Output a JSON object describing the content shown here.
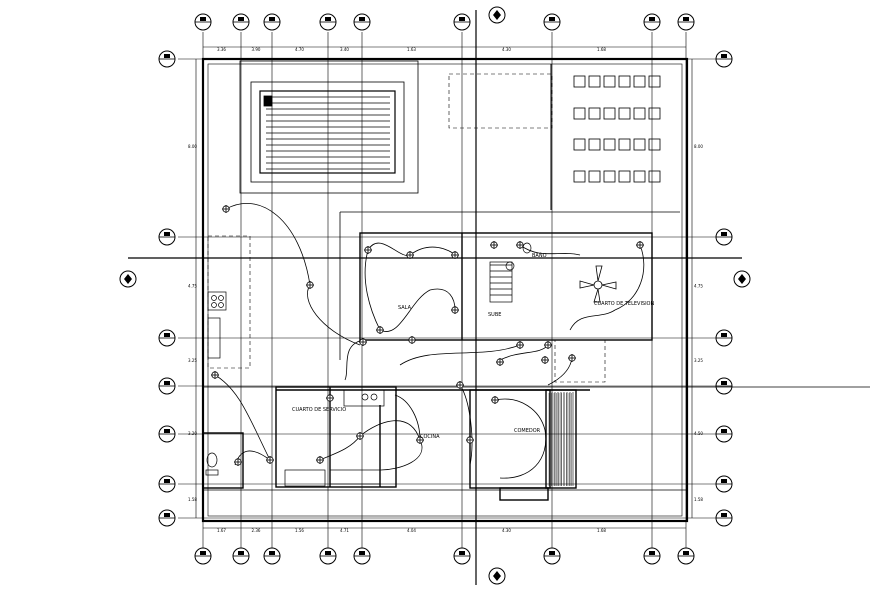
{
  "drawing": {
    "rooms": {
      "sala": "SALA",
      "cuarto_servicio": "CUARTO DE SERVICIO",
      "comedor": "COMEDOR",
      "cocina": "COCINA",
      "cuarto_television": "CUARTO DE TELEVISION",
      "sube": "SUBE",
      "bano": "BAÑO"
    },
    "top_dimensions": [
      "3.36",
      "3.90",
      "4.70",
      "3.40",
      "1.63",
      "4.30",
      "1.68"
    ],
    "bottom_dimensions": [
      "1.67",
      "2.36",
      "1.56",
      "4.71",
      "4.04",
      "4.30",
      "1.68"
    ],
    "left_dimensions": [
      "8.00",
      "4.75",
      "3.25",
      "3.20",
      "1.58"
    ],
    "right_dimensions": [
      "8.00",
      "4.75",
      "3.25",
      "4.50",
      "1.58"
    ]
  }
}
